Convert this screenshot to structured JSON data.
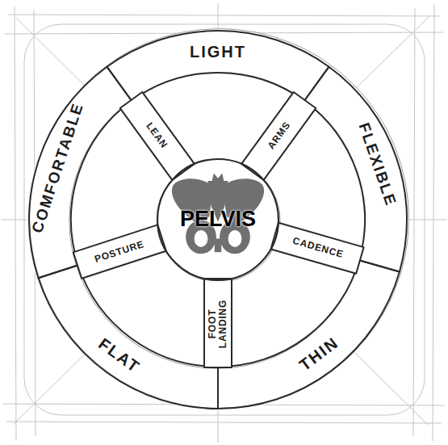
{
  "diagram": {
    "nodes": [
      {
        "text": [
          "LIGHT"
        ]
      },
      {
        "text": [
          "FLEXIBLE"
        ]
      },
      {
        "text": [
          "THIN"
        ]
      },
      {
        "text": [
          "FLAT"
        ]
      },
      {
        "text": [
          "COMFORTABLE"
        ]
      },
      {
        "text": [
          "LEAN"
        ]
      },
      {
        "text": [
          "ARMS"
        ]
      },
      {
        "text": [
          "CADENCE"
        ]
      },
      {
        "text": [
          "FOOT LANDING"
        ]
      },
      {
        "text": [
          "POSTURE"
        ]
      },
      {
        "text": [
          "PELVIS"
        ]
      }
    ]
  }
}
